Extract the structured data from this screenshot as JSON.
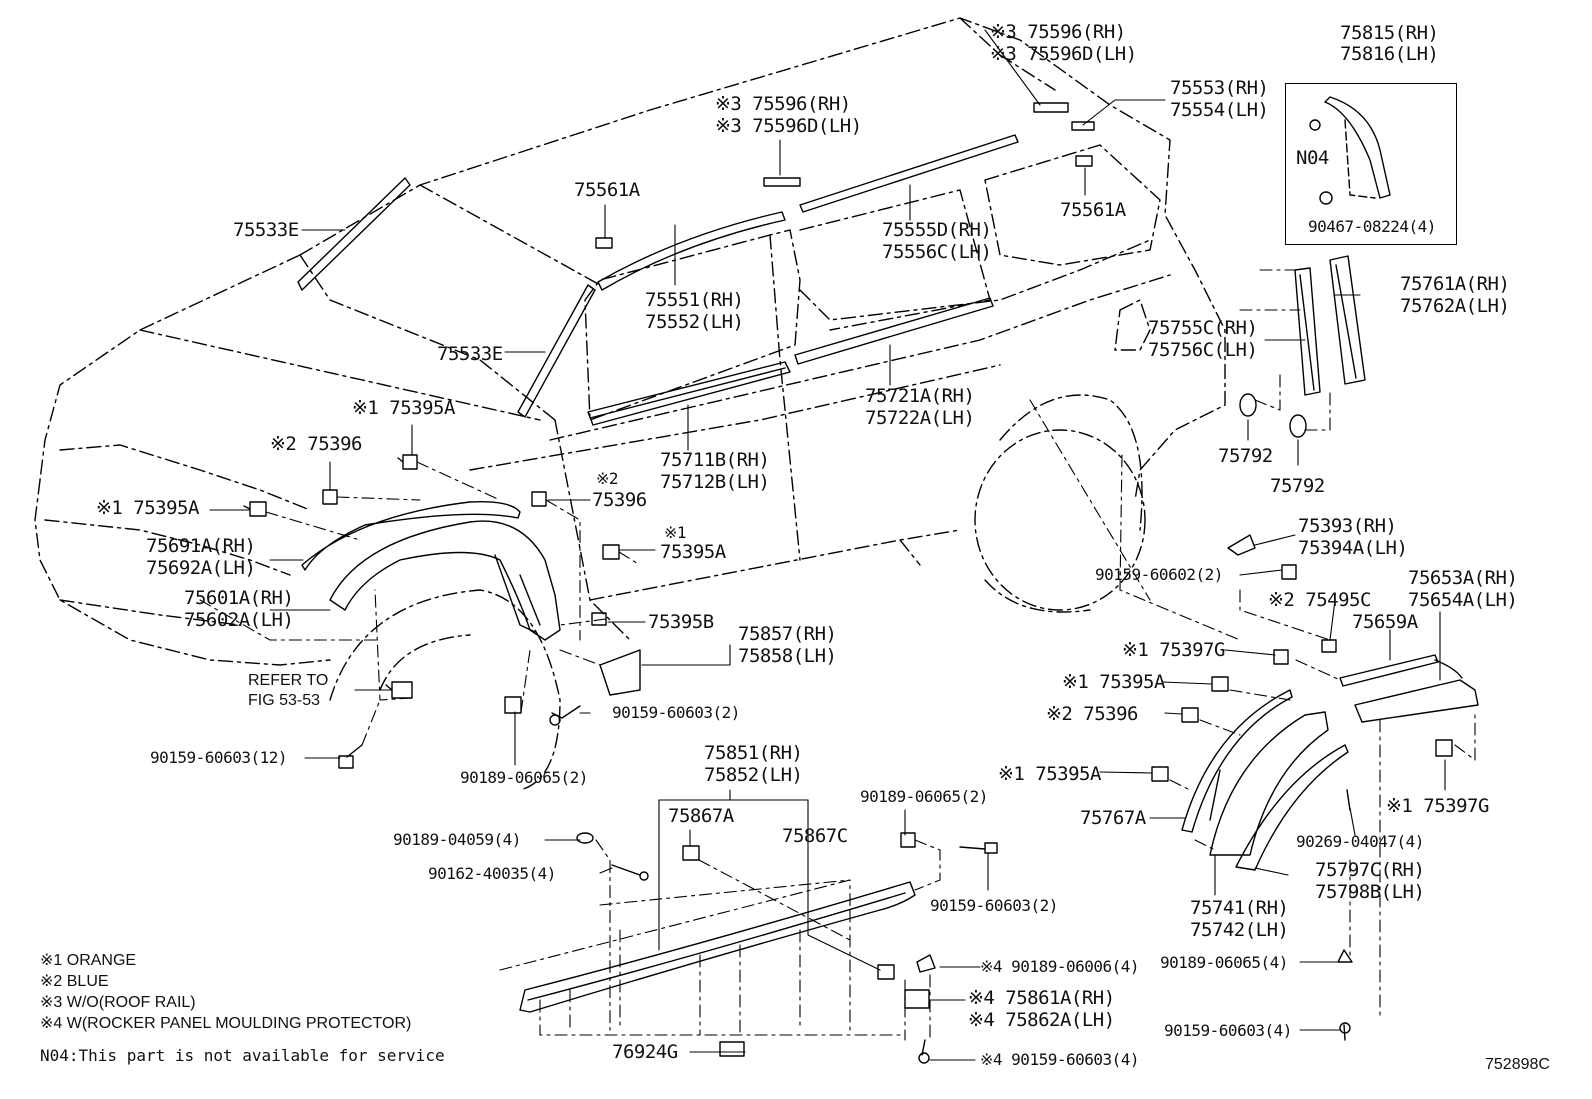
{
  "labels": {
    "p75596_rh_top": "※3 75596(RH)",
    "p75596d_lh_top": "※3 75596D(LH)",
    "p75815_rh": "75815(RH)",
    "p75816_lh": "75816(LH)",
    "p75553_rh": "75553(RH)",
    "p75554_lh": "75554(LH)",
    "n04": "N04",
    "p90467": "90467-08224(4)",
    "p75596_rh_mid": "※3 75596(RH)",
    "p75596d_lh_mid": "※3 75596D(LH)",
    "p75561a_left": "75561A",
    "p75561a_right": "75561A",
    "p75533e_top": "75533E",
    "p75533e_mid": "75533E",
    "p75555d_rh": "75555D(RH)",
    "p75556c_lh": "75556C(LH)",
    "p75551_rh": "75551(RH)",
    "p75552_lh": "75552(LH)",
    "p75761a_rh": "75761A(RH)",
    "p75762a_lh": "75762A(LH)",
    "p75755c_rh": "75755C(RH)",
    "p75756c_lh": "75756C(LH)",
    "p75721a_rh": "75721A(RH)",
    "p75722a_lh": "75722A(LH)",
    "p75395a_1": "※1 75395A",
    "p75396_1": "※2 75396",
    "p75711b_rh": "75711B(RH)",
    "p75712b_lh": "75712B(LH)",
    "p75792_1": "75792",
    "p75792_2": "75792",
    "p75395a_2": "※1 75395A",
    "p75396_2_mark": "※2",
    "p75396_2": "75396",
    "p75691a_rh": "75691A(RH)",
    "p75692a_lh": "75692A(LH)",
    "p75395a_3_mark": "※1",
    "p75395a_3": "75395A",
    "p75393_rh": "75393(RH)",
    "p75394a_lh": "75394A(LH)",
    "p90159_60602": "90159-60602(2)",
    "p75601a_rh": "75601A(RH)",
    "p75602a_lh": "75602A(LH)",
    "p75495c": "※2 75495C",
    "p75653a_rh": "75653A(RH)",
    "p75654a_lh": "75654A(LH)",
    "p75395b": "75395B",
    "p75857_rh": "75857(RH)",
    "p75858_lh": "75858(LH)",
    "p75659a": "75659A",
    "p75397g_1": "※1 75397G",
    "refer_1": "REFER TO",
    "refer_2": "FIG 53-53",
    "p75395a_4": "※1 75395A",
    "p90159_60603_2a": "90159-60603(2)",
    "p75396_3": "※2 75396",
    "p90159_60603_12": "90159-60603(12)",
    "p90189_06065_2a": "90189-06065(2)",
    "p75851_rh": "75851(RH)",
    "p75852_lh": "75852(LH)",
    "p90189_06065_2b": "90189-06065(2)",
    "p75395a_5": "※1 75395A",
    "p75397g_2": "※1 75397G",
    "p75867a": "75867A",
    "p75867c": "75867C",
    "p90189_04059": "90189-04059(4)",
    "p75767a": "75767A",
    "p90269_04047": "90269-04047(4)",
    "p90162_40035": "90162-40035(4)",
    "p75797c_rh": "75797C(RH)",
    "p75798b_lh": "75798B(LH)",
    "p90159_60603_2b": "90159-60603(2)",
    "p75741_rh": "75741(RH)",
    "p75742_lh": "75742(LH)",
    "p90189_06006": "※4 90189-06006(4)",
    "p90189_06065_4": "90189-06065(4)",
    "p75861a_rh": "※4 75861A(RH)",
    "p75862a_lh": "※4 75862A(LH)",
    "p90159_60603_4a": "90159-60603(4)",
    "p76924g": "76924G",
    "p90159_60603_4b": "※4 90159-60603(4)",
    "figure_code": "752898C"
  },
  "legend": [
    "※1 ORANGE",
    "※2 BLUE",
    "※3 W/O(ROOF RAIL)",
    "※4 W(ROCKER PANEL MOULDING PROTECTOR)"
  ],
  "note": "N04:This part is not available for service"
}
